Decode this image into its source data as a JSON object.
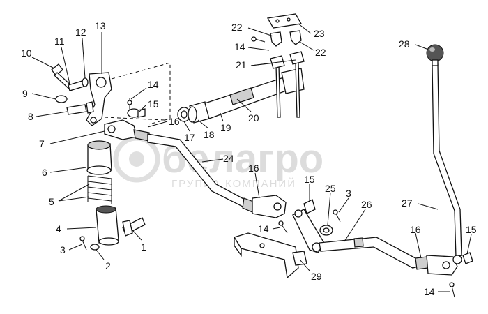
{
  "watermark": {
    "brand": "белагро",
    "tagline": "ГРУППА КОМПАНИЙ"
  },
  "callouts": [
    {
      "num": "1"
    },
    {
      "num": "2"
    },
    {
      "num": "3"
    },
    {
      "num": "4"
    },
    {
      "num": "5"
    },
    {
      "num": "6"
    },
    {
      "num": "7"
    },
    {
      "num": "8"
    },
    {
      "num": "9"
    },
    {
      "num": "10"
    },
    {
      "num": "11"
    },
    {
      "num": "12"
    },
    {
      "num": "13"
    },
    {
      "num": "14"
    },
    {
      "num": "14"
    },
    {
      "num": "14"
    },
    {
      "num": "14"
    },
    {
      "num": "15"
    },
    {
      "num": "15"
    },
    {
      "num": "15"
    },
    {
      "num": "16"
    },
    {
      "num": "16"
    },
    {
      "num": "16"
    },
    {
      "num": "17"
    },
    {
      "num": "18"
    },
    {
      "num": "19"
    },
    {
      "num": "20"
    },
    {
      "num": "21"
    },
    {
      "num": "22"
    },
    {
      "num": "22"
    },
    {
      "num": "23"
    },
    {
      "num": "24"
    },
    {
      "num": "25"
    },
    {
      "num": "3"
    },
    {
      "num": "26"
    },
    {
      "num": "27"
    },
    {
      "num": "28"
    },
    {
      "num": "29"
    }
  ]
}
